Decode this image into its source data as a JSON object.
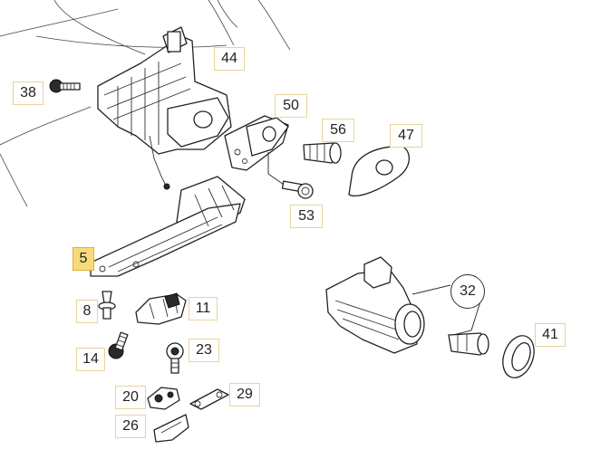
{
  "callouts": [
    {
      "id": "38",
      "label": "38"
    },
    {
      "id": "44",
      "label": "44"
    },
    {
      "id": "50",
      "label": "50"
    },
    {
      "id": "56",
      "label": "56"
    },
    {
      "id": "47",
      "label": "47"
    },
    {
      "id": "53",
      "label": "53"
    },
    {
      "id": "5",
      "label": "5",
      "active": true
    },
    {
      "id": "8",
      "label": "8"
    },
    {
      "id": "11",
      "label": "11"
    },
    {
      "id": "14",
      "label": "14"
    },
    {
      "id": "23",
      "label": "23"
    },
    {
      "id": "20",
      "label": "20"
    },
    {
      "id": "29",
      "label": "29"
    },
    {
      "id": "26",
      "label": "26"
    },
    {
      "id": "32",
      "label": "32"
    },
    {
      "id": "41",
      "label": "41"
    }
  ],
  "colors": {
    "highlight": "#f7da7a",
    "callout_border": "#e7d49a",
    "line": "#222222"
  }
}
